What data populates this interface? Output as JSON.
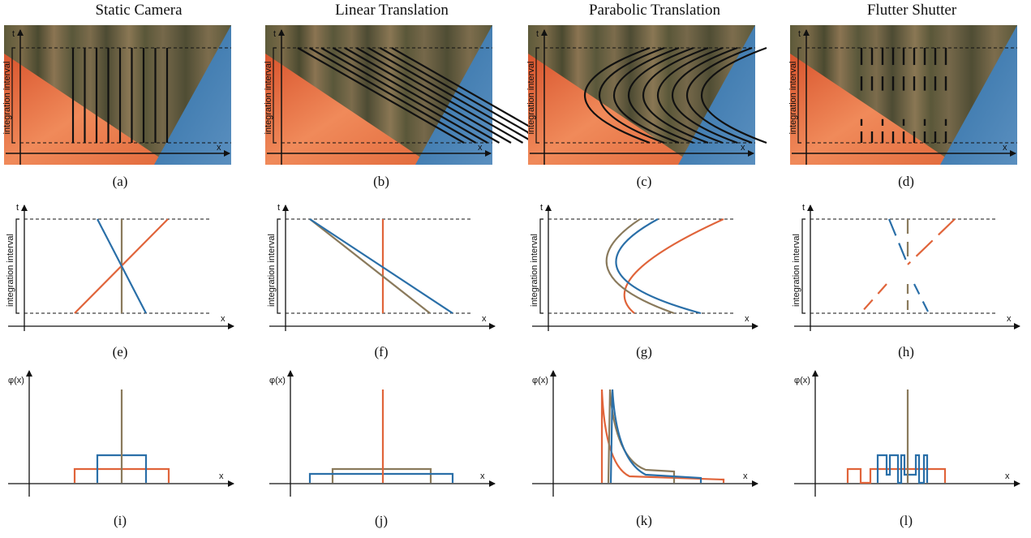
{
  "columns": [
    {
      "title": "Static Camera",
      "captions": [
        "(a)",
        "(e)",
        "(i)"
      ]
    },
    {
      "title": "Linear Translation",
      "captions": [
        "(b)",
        "(f)",
        "(j)"
      ]
    },
    {
      "title": "Parabolic Translation",
      "captions": [
        "(c)",
        "(g)",
        "(k)"
      ]
    },
    {
      "title": "Flutter Shutter",
      "captions": [
        "(d)",
        "(h)",
        "(l)"
      ]
    }
  ],
  "axis_labels": {
    "x": "x",
    "t": "t",
    "phi": "φ(x)",
    "interval": "integration interval"
  },
  "colors": {
    "orange": "#e0643a",
    "brown": "#8a7a5c",
    "blue": "#2a6fa8",
    "black": "#111111"
  }
}
